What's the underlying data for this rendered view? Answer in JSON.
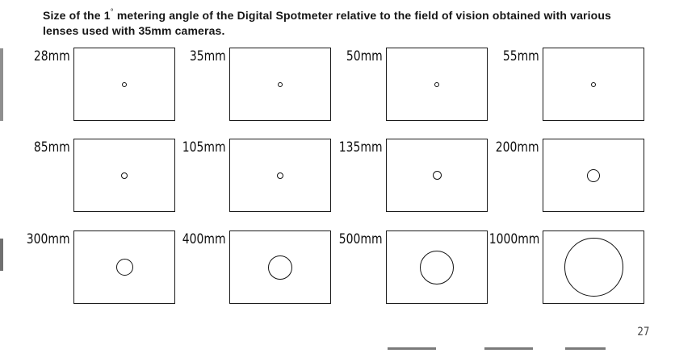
{
  "caption": {
    "line1_before": "Size of the 1",
    "degree": "°",
    "line1_after": " metering angle of the Digital Spotmeter relative to the field of vision obtained with various",
    "line2": "lenses used with 35mm cameras."
  },
  "lenses": [
    {
      "label": "28mm",
      "spot_diameter_ratio": 0.04
    },
    {
      "label": "35mm",
      "spot_diameter_ratio": 0.045
    },
    {
      "label": "50mm",
      "spot_diameter_ratio": 0.05
    },
    {
      "label": "55mm",
      "spot_diameter_ratio": 0.05
    },
    {
      "label": "85mm",
      "spot_diameter_ratio": 0.06
    },
    {
      "label": "105mm",
      "spot_diameter_ratio": 0.065
    },
    {
      "label": "135mm",
      "spot_diameter_ratio": 0.085
    },
    {
      "label": "200mm",
      "spot_diameter_ratio": 0.13
    },
    {
      "label": "300mm",
      "spot_diameter_ratio": 0.17
    },
    {
      "label": "400mm",
      "spot_diameter_ratio": 0.24
    },
    {
      "label": "500mm",
      "spot_diameter_ratio": 0.33
    },
    {
      "label": "1000mm",
      "spot_diameter_ratio": 0.58
    }
  ],
  "page_number": "27"
}
